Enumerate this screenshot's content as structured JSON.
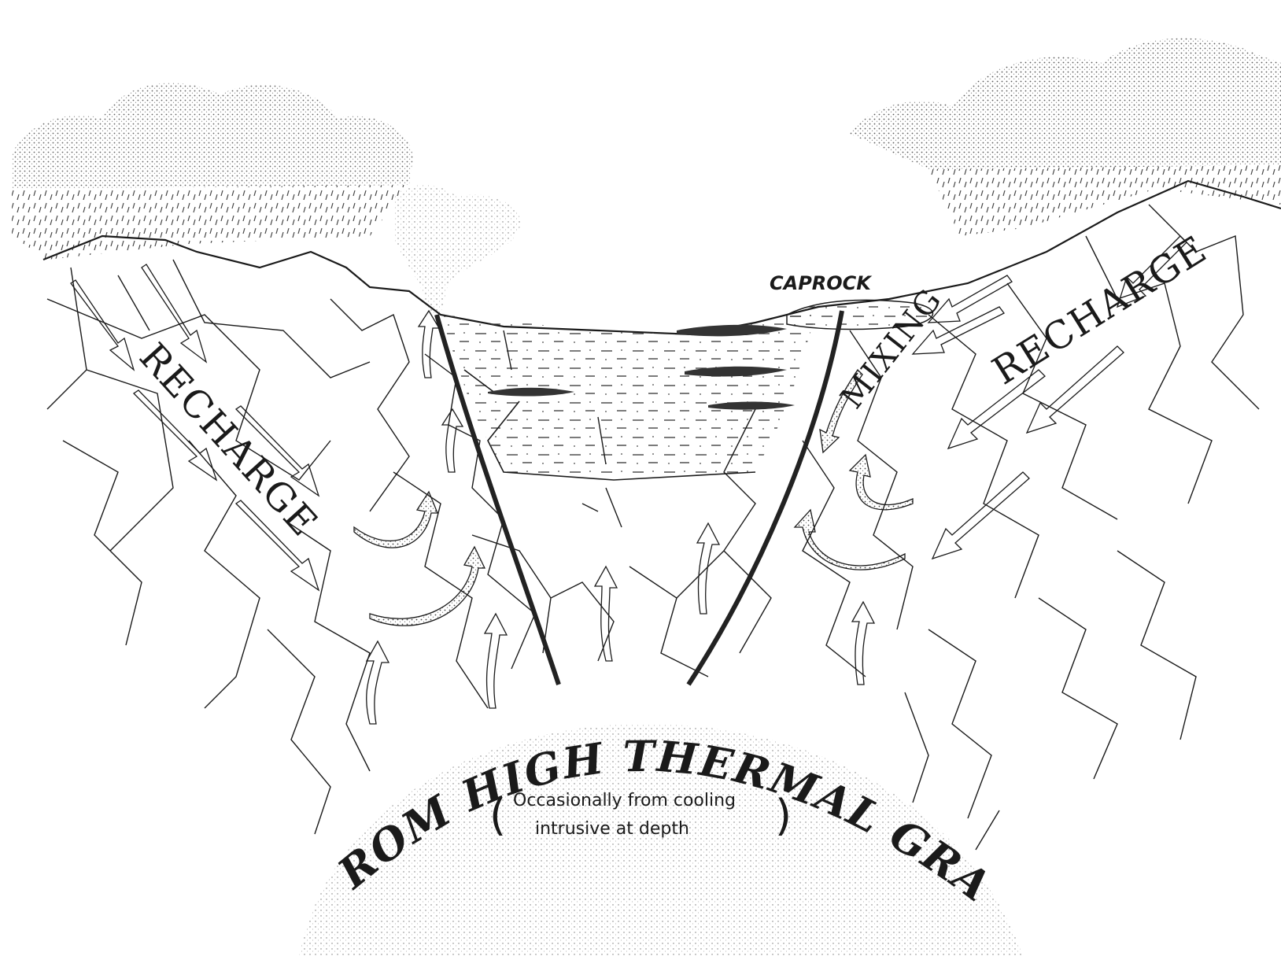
{
  "diagram": {
    "labels": {
      "recharge_left": "RECHARGE",
      "recharge_right": "RECHARGE",
      "mixing": "MIXING",
      "caprock": "CAPROCK",
      "heat_source": "HEAT FROM HIGH THERMAL GRADIENT",
      "note_line1": "Occasionally from cooling",
      "note_line2": "intrusive at depth"
    },
    "colors": {
      "ink": "#1a1a1a",
      "paper": "#ffffff",
      "stipple": "#555555"
    }
  }
}
